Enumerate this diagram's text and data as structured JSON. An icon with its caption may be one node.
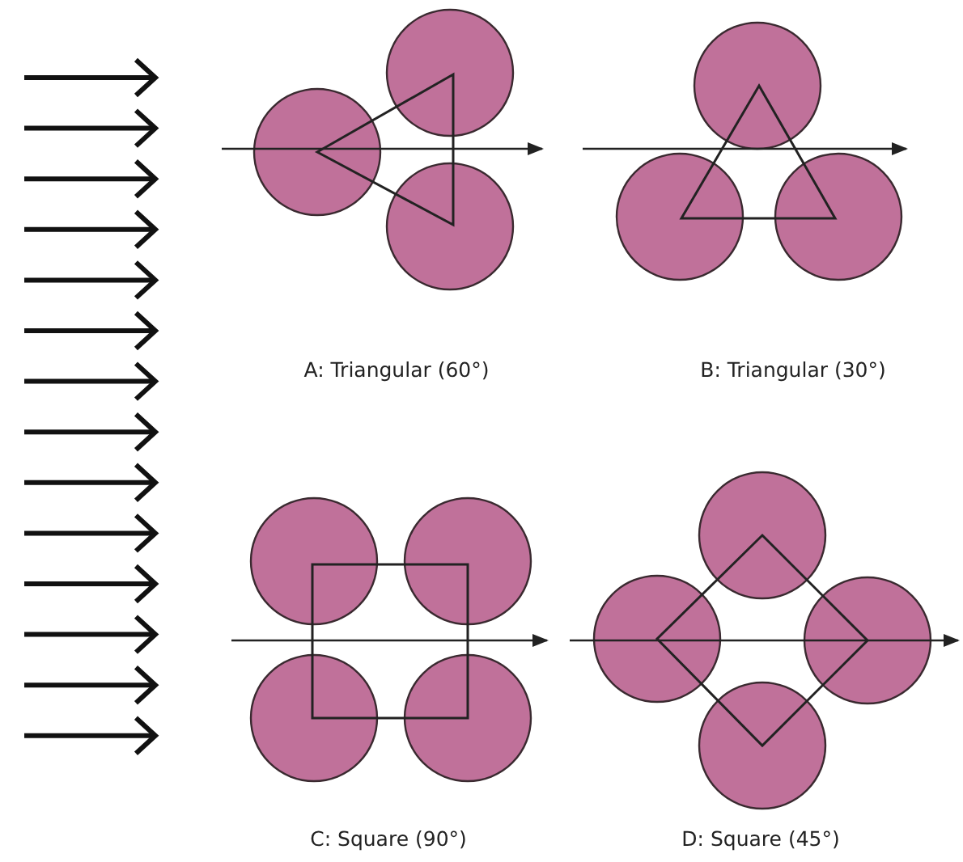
{
  "diagram": {
    "labels": [
      "A: Triangular (60°)",
      "B: Triangular (30°)",
      "C: Square (90°)",
      "D: Square (45°)"
    ]
  }
}
